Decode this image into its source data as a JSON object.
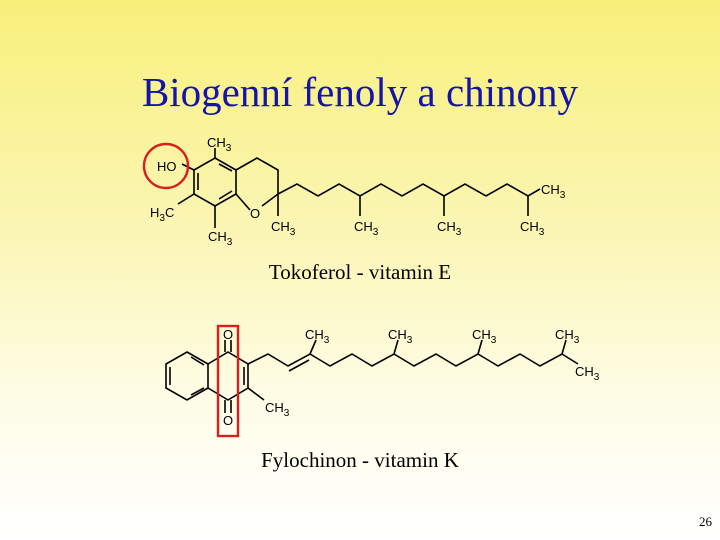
{
  "slide": {
    "title": "Biogenní fenoly a chinony",
    "page_number": "26"
  },
  "structures": [
    {
      "caption": "Tokoferol - vitamin E",
      "highlight_color": "#d62020",
      "labels": {
        "hydroxyl": "HO",
        "ring_oxygen": "O",
        "methyl": "CH",
        "subscript": "3",
        "methyl_left": "H",
        "methyl_left_sub": "3",
        "methyl_left_c": "C"
      }
    },
    {
      "caption": "Fylochinon - vitamin K",
      "highlight_color": "#d62020",
      "labels": {
        "carbonyl_oxygen": "O",
        "methyl": "CH",
        "subscript": "3"
      }
    }
  ]
}
